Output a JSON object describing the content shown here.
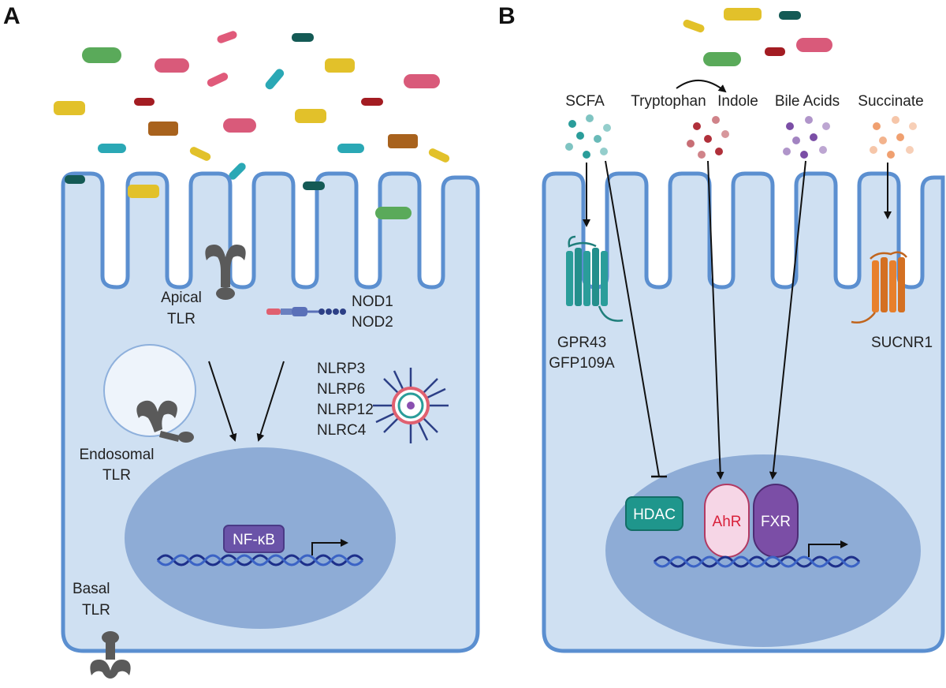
{
  "panels": {
    "a": {
      "letter": "A",
      "labels": {
        "apical_tlr": [
          "Apical",
          "TLR"
        ],
        "nod": [
          "NOD1",
          "NOD2"
        ],
        "nlrp": [
          "NLRP3",
          "NLRP6",
          "NLRP12",
          "NLRC4"
        ],
        "endosomal_tlr": [
          "Endosomal",
          "TLR"
        ],
        "basal_tlr": [
          "Basal",
          "TLR"
        ],
        "nfkb": "NF-κB"
      }
    },
    "b": {
      "letter": "B",
      "labels": {
        "scfa": "SCFA",
        "tryptophan": "Tryptophan",
        "indole": "Indole",
        "bile_acids": "Bile Acids",
        "succinate": "Succinate",
        "gpr": [
          "GPR43",
          "GFP109A"
        ],
        "sucnr1": "SUCNR1",
        "hdac": "HDAC",
        "ahr": "AhR",
        "fxr": "FXR"
      }
    }
  },
  "colors": {
    "cell_fill": "#cfe0f2",
    "cell_stroke": "#5b8fd0",
    "nucleus": "#8eacd6",
    "receptor_gray": "#5a5a5a",
    "arrow": "#111111",
    "gpr_teal": "#2a9d9a",
    "sucnr_orange": "#e8802c",
    "hdac_fill": "#1f968c",
    "ahr_fill": "#f6d6e6",
    "ahr_text": "#d8203a",
    "fxr_fill": "#7b4ea6",
    "nfkb_fill": "#6a53a8",
    "dna_dark": "#1d2f8a",
    "dna_light": "#3b63c5"
  }
}
